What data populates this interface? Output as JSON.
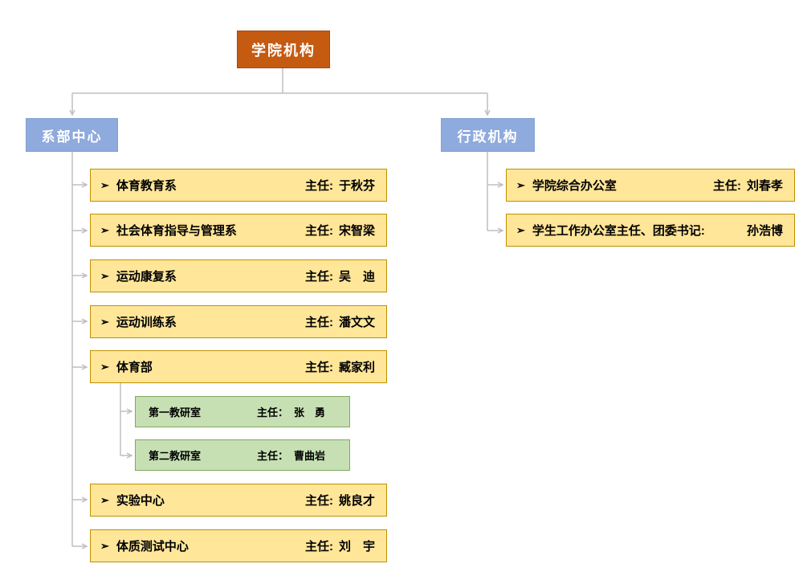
{
  "root": {
    "label": "学院机构"
  },
  "bullet_icon": "➢",
  "left_branch": {
    "label": "系部中心",
    "items": [
      {
        "dept": "体育教育系",
        "role": "主任:",
        "name": "于秋芬"
      },
      {
        "dept": "社会体育指导与管理系",
        "role": "主任:",
        "name": "宋智梁"
      },
      {
        "dept": "运动康复系",
        "role": "主任:",
        "name": "吴　迪"
      },
      {
        "dept": "运动训练系",
        "role": "主任:",
        "name": "潘文文"
      },
      {
        "dept": "体育部",
        "role": "主任:",
        "name": "臧家利"
      },
      {
        "dept": "实验中心",
        "role": "主任:",
        "name": "姚良才"
      },
      {
        "dept": "体质测试中心",
        "role": "主任:",
        "name": "刘　宇"
      }
    ],
    "sub_items": [
      {
        "dept": "第一教研室",
        "role": "主任：",
        "name": "张　勇"
      },
      {
        "dept": "第二教研室",
        "role": "主任：",
        "name": "曹曲岩"
      }
    ]
  },
  "right_branch": {
    "label": "行政机构",
    "items": [
      {
        "dept": "学院综合办公室",
        "role": "主任:",
        "name": "刘春孝"
      },
      {
        "dept": "学生工作办公室主任、团委书记:",
        "role": "",
        "name": "孙浩博"
      }
    ]
  },
  "colors": {
    "root_bg": "#C55A11",
    "branch_bg": "#8FAADC",
    "dept_bg": "#FFE699",
    "dept_border": "#BF9000",
    "sub_bg": "#C6E0B4",
    "sub_border": "#84A75F",
    "connector": "#BFBFBF",
    "text_dark": "#000000",
    "text_light": "#FFFFFF"
  }
}
